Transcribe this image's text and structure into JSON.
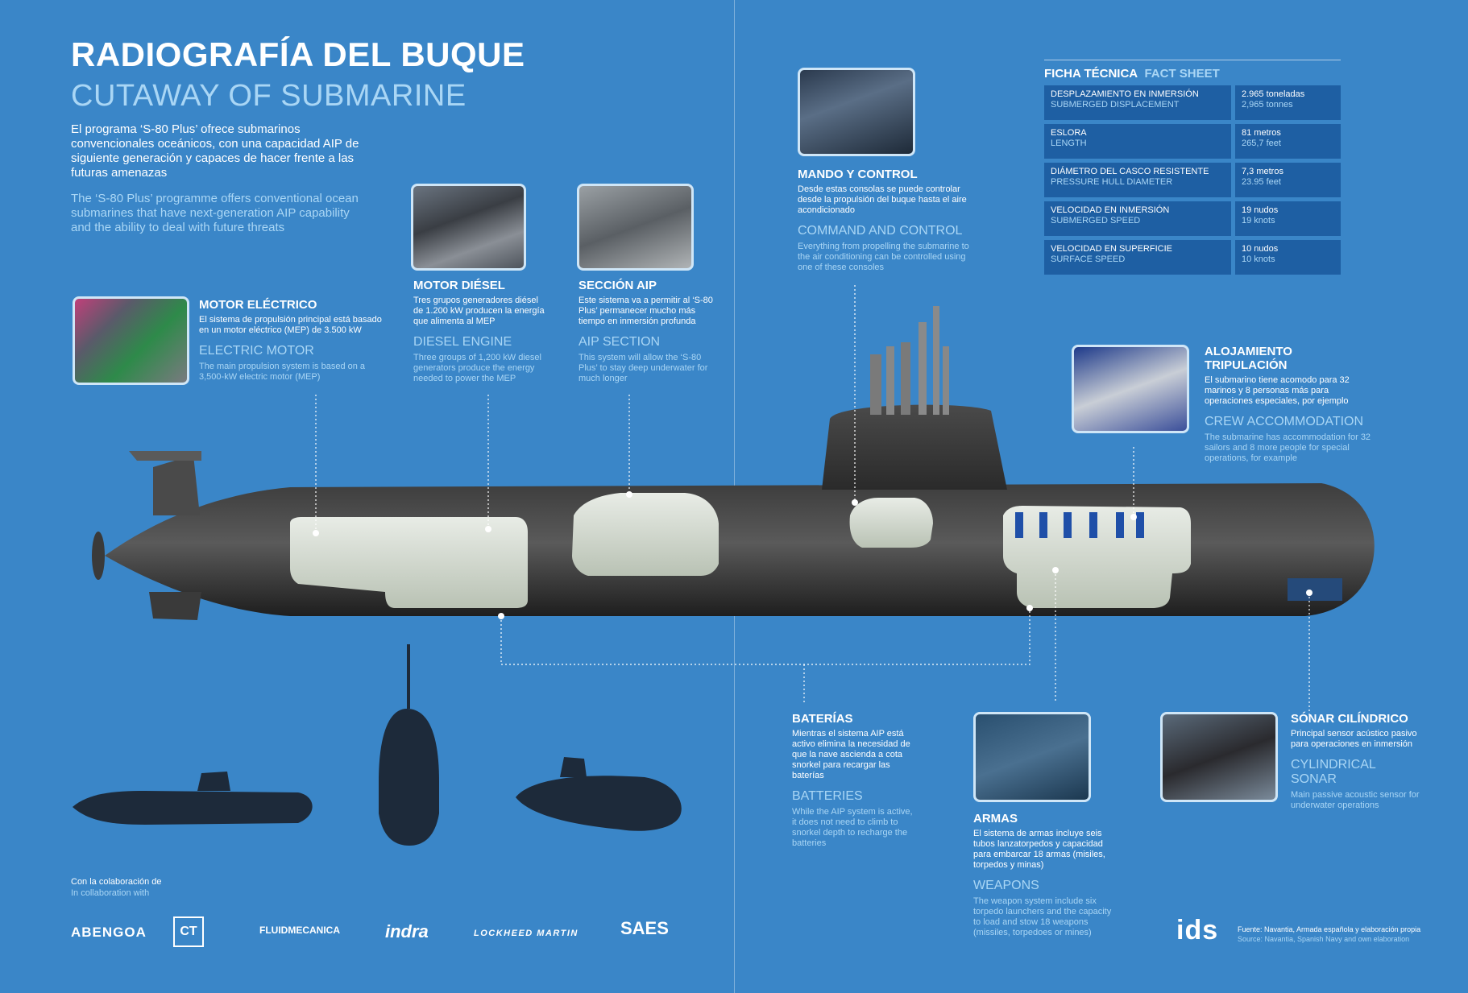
{
  "header": {
    "title_es": "RADIOGRAFÍA DEL BUQUE",
    "title_en": "CUTAWAY OF SUBMARINE",
    "intro_es": "El programa ‘S-80 Plus’ ofrece submarinos convencionales oceánicos, con una capacidad AIP de siguiente generación y capaces de hacer frente a las futuras amenazas",
    "intro_en": "The ‘S-80 Plus’ programme offers conventional ocean submarines that have next-generation AIP capability and the ability to deal with future threats"
  },
  "sections": {
    "motor": {
      "title_es": "MOTOR ELÉCTRICO",
      "text_es": "El sistema de propulsión principal está basado en un motor eléctrico (MEP) de 3.500 kW",
      "title_en": "ELECTRIC MOTOR",
      "text_en": "The main propulsion system is based on a 3,500-kW electric motor (MEP)"
    },
    "diesel": {
      "title_es": "MOTOR DIÉSEL",
      "text_es": "Tres grupos generadores diésel de 1.200 kW producen la energía que alimenta al MEP",
      "title_en": "DIESEL ENGINE",
      "text_en": "Three groups of 1,200 kW diesel generators produce the energy needed to power the MEP"
    },
    "aip": {
      "title_es": "SECCIÓN AIP",
      "text_es": "Este sistema va a permitir al ‘S-80 Plus’ permanecer mucho más tiempo en inmersión profunda",
      "title_en": "AIP SECTION",
      "text_en": "This system will allow the ‘S-80 Plus’ to stay deep underwater for much longer"
    },
    "mando": {
      "title_es": "MANDO Y CONTROL",
      "text_es": "Desde estas consolas se puede controlar desde la propulsión del buque hasta el aire acondicionado",
      "title_en": "COMMAND AND CONTROL",
      "text_en": "Everything from propelling the submarine to the air conditioning can be controlled using one of these consoles"
    },
    "crew": {
      "title_es": "ALOJAMIENTO TRIPULACIÓN",
      "text_es": "El submarino tiene acomodo para 32 marinos y 8 personas más para operaciones especiales, por ejemplo",
      "title_en": "CREW ACCOMMODATION",
      "text_en": "The submarine has accommodation for 32 sailors and 8 more people for special operations, for example"
    },
    "baterias": {
      "title_es": "BATERÍAS",
      "text_es": "Mientras el sistema AIP está activo elimina la necesidad de que la nave ascienda a cota snorkel para recargar las baterías",
      "title_en": "BATTERIES",
      "text_en": "While the AIP system is active, it does not need to climb to snorkel depth to recharge the batteries"
    },
    "armas": {
      "title_es": "ARMAS",
      "text_es": "El sistema de armas incluye seis tubos lanzatorpedos y capacidad para embarcar 18 armas (misiles, torpedos y minas)",
      "title_en": "WEAPONS",
      "text_en": "The weapon system include six torpedo launchers and the capacity to load and stow 18 weapons (missiles, torpedoes or mines)"
    },
    "sonar": {
      "title_es": "SÓNAR CILÍNDRICO",
      "text_es": "Principal sensor acústico pasivo para operaciones en inmersión",
      "title_en": "CYLINDRICAL SONAR",
      "text_en": "Main passive acoustic sensor for underwater operations"
    }
  },
  "fact_sheet": {
    "title_es": "FICHA TÉCNICA",
    "title_en": "FACT SHEET",
    "rows": [
      {
        "label_es": "DESPLAZAMIENTO EN INMERSIÓN",
        "label_en": "SUBMERGED DISPLACEMENT",
        "value_es": "2.965 toneladas",
        "value_en": "2,965 tonnes"
      },
      {
        "label_es": "ESLORA",
        "label_en": "LENGTH",
        "value_es": "81 metros",
        "value_en": "265,7 feet"
      },
      {
        "label_es": "DIÁMETRO DEL CASCO RESISTENTE",
        "label_en": "PRESSURE HULL DIAMETER",
        "value_es": "7,3 metros",
        "value_en": "23.95 feet"
      },
      {
        "label_es": "VELOCIDAD EN INMERSIÓN",
        "label_en": "SUBMERGED SPEED",
        "value_es": "19 nudos",
        "value_en": "19 knots"
      },
      {
        "label_es": "VELOCIDAD EN SUPERFICIE",
        "label_en": "SURFACE SPEED",
        "value_es": "10 nudos",
        "value_en": "10 knots"
      }
    ]
  },
  "footer": {
    "collab_es": "Con la colaboración de",
    "collab_en": "In collaboration with",
    "logos": [
      "ABENGOA",
      "CT",
      "FLUIDMECANICA",
      "indra",
      "LOCKHEED MARTIN",
      "SAES"
    ],
    "brand": "ids",
    "source_es": "Fuente: Navantia, Armada española y elaboración propia",
    "source_en": "Source: Navantia, Spanish Navy and own elaboration"
  }
}
